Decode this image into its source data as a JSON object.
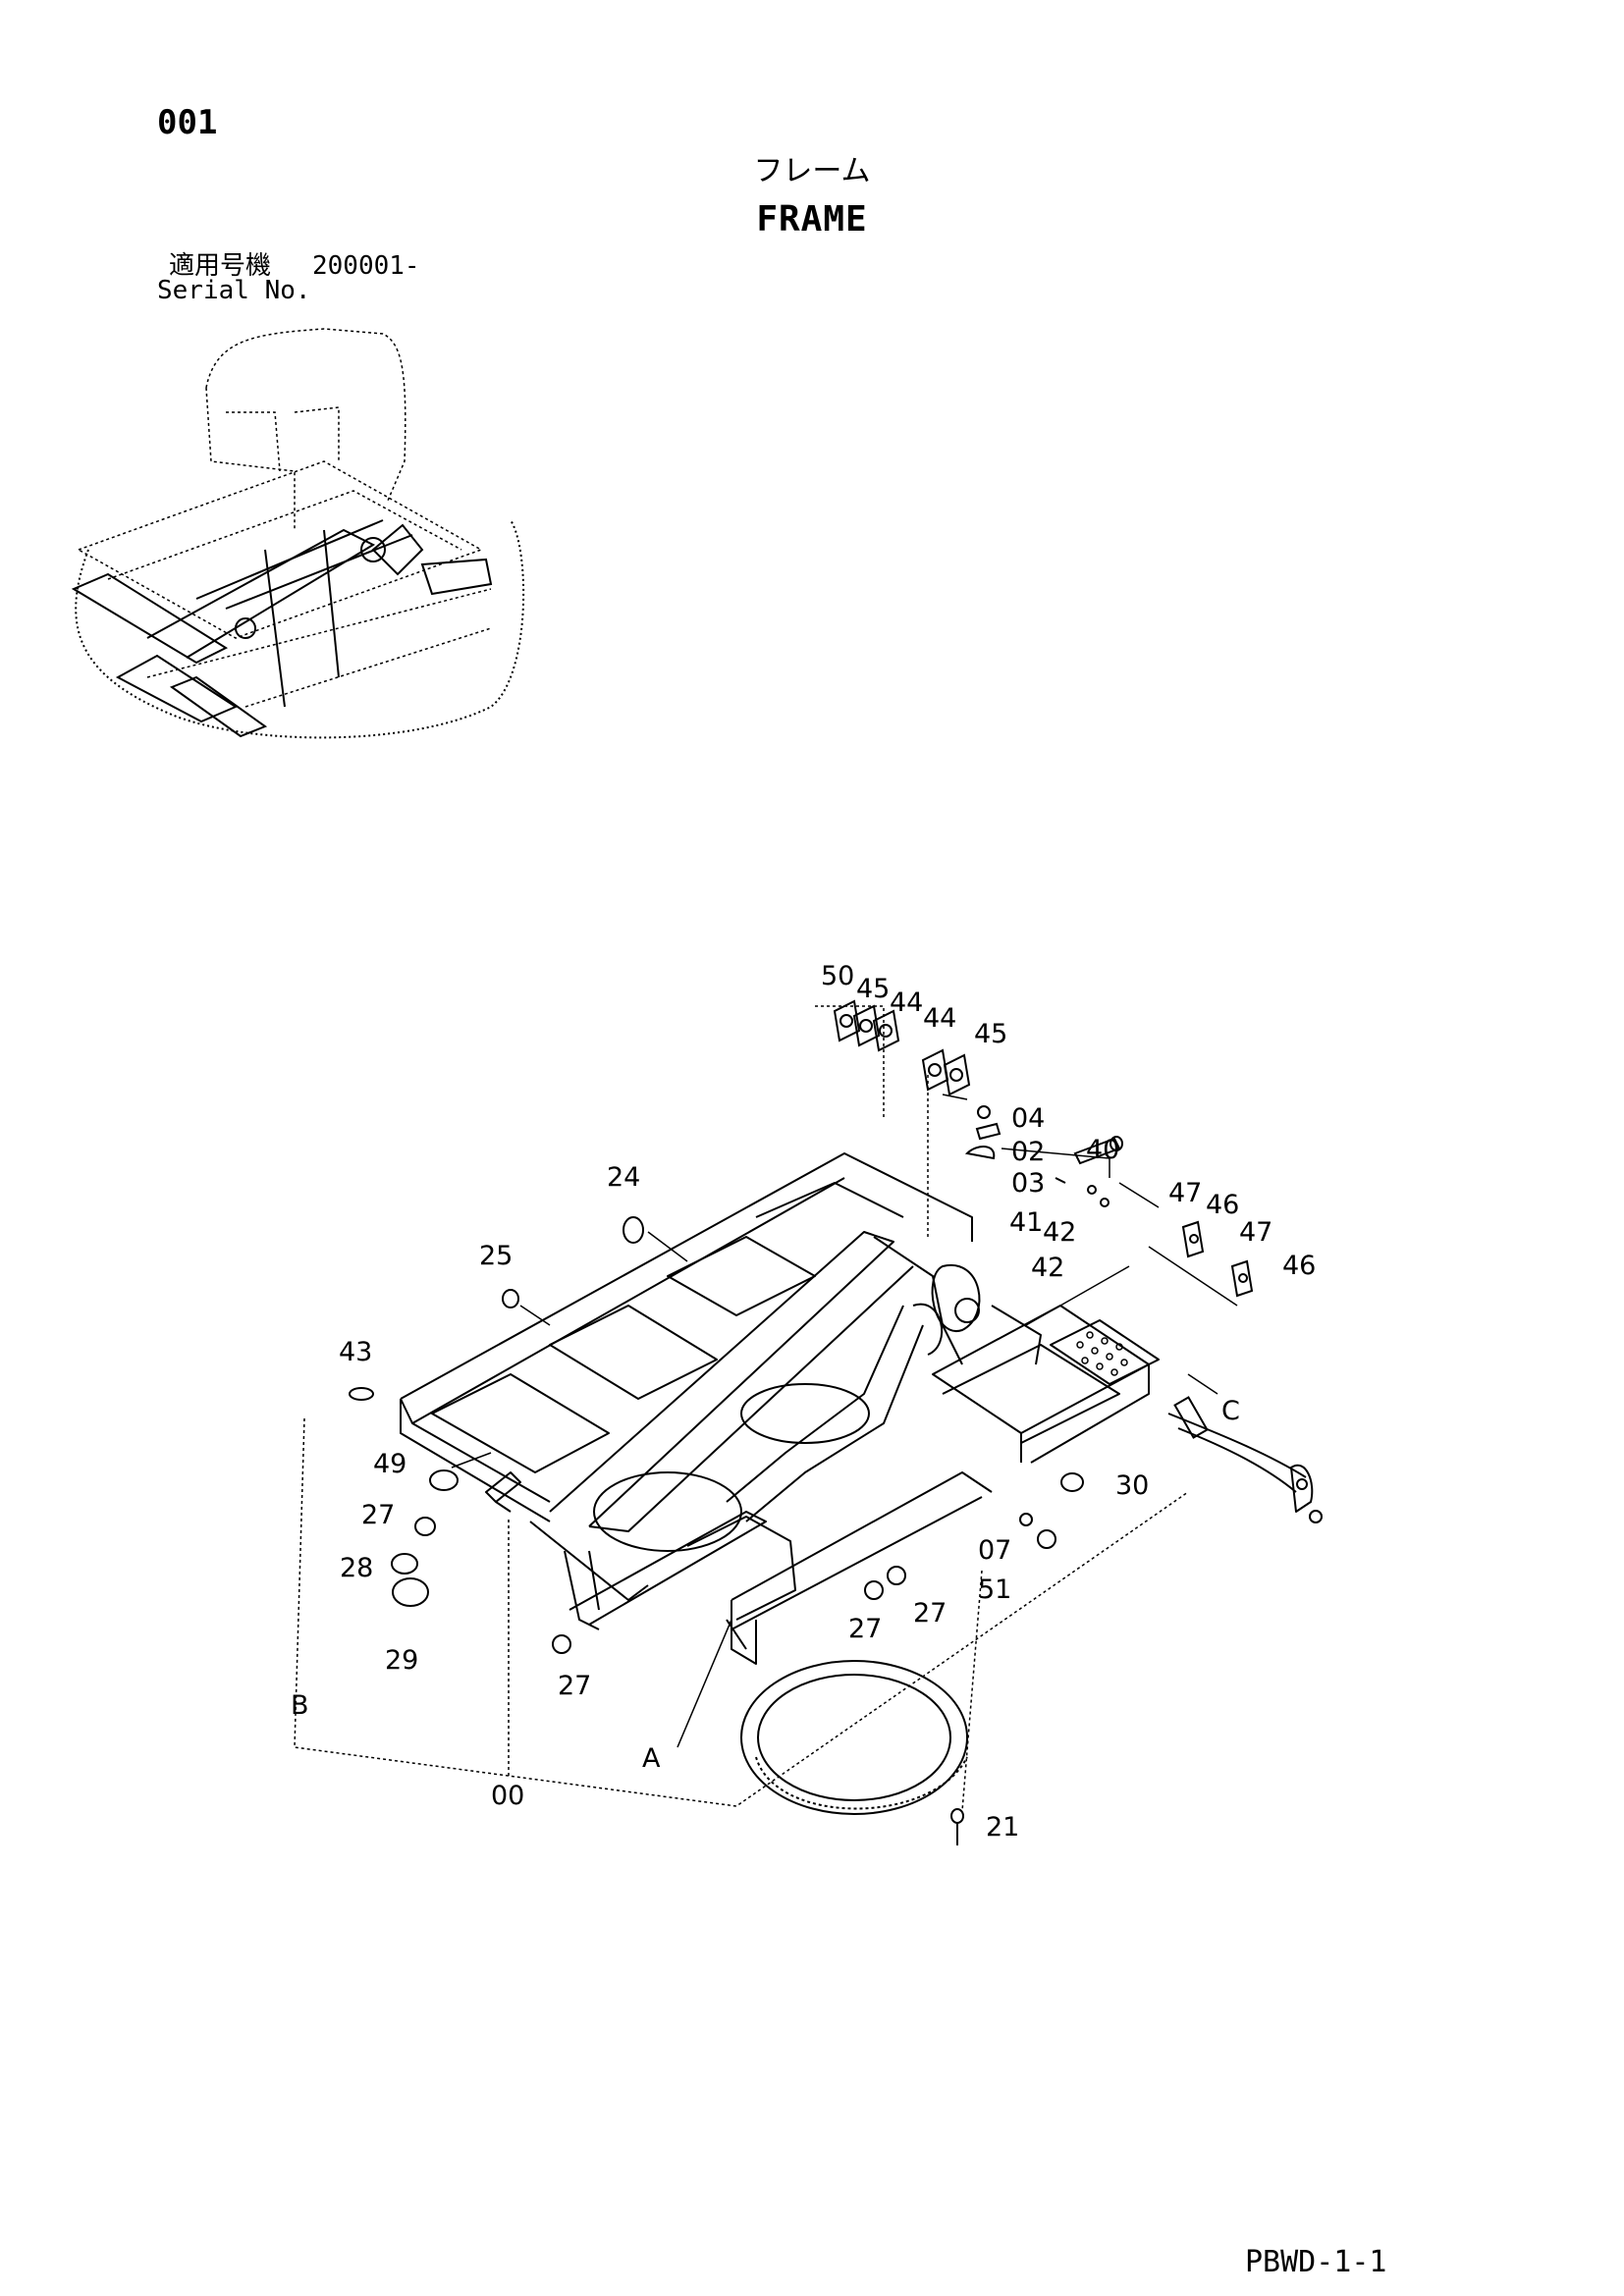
{
  "header": {
    "page_number": "001",
    "title_jp": "フレーム",
    "title_en": "FRAME",
    "serial_label_jp": "適用号機",
    "serial_value": "200001-",
    "serial_label_en": "Serial No."
  },
  "footer": {
    "code": "PBWD-1-1"
  },
  "callouts": [
    "50",
    "45",
    "44",
    "44",
    "45",
    "04",
    "02",
    "40",
    "03",
    "41",
    "42",
    "42",
    "47",
    "46",
    "47",
    "46",
    "24",
    "25",
    "43",
    "49",
    "27",
    "28",
    "29",
    "27",
    "30",
    "07",
    "51",
    "27",
    "27",
    "C",
    "B",
    "A",
    "00",
    "21"
  ]
}
